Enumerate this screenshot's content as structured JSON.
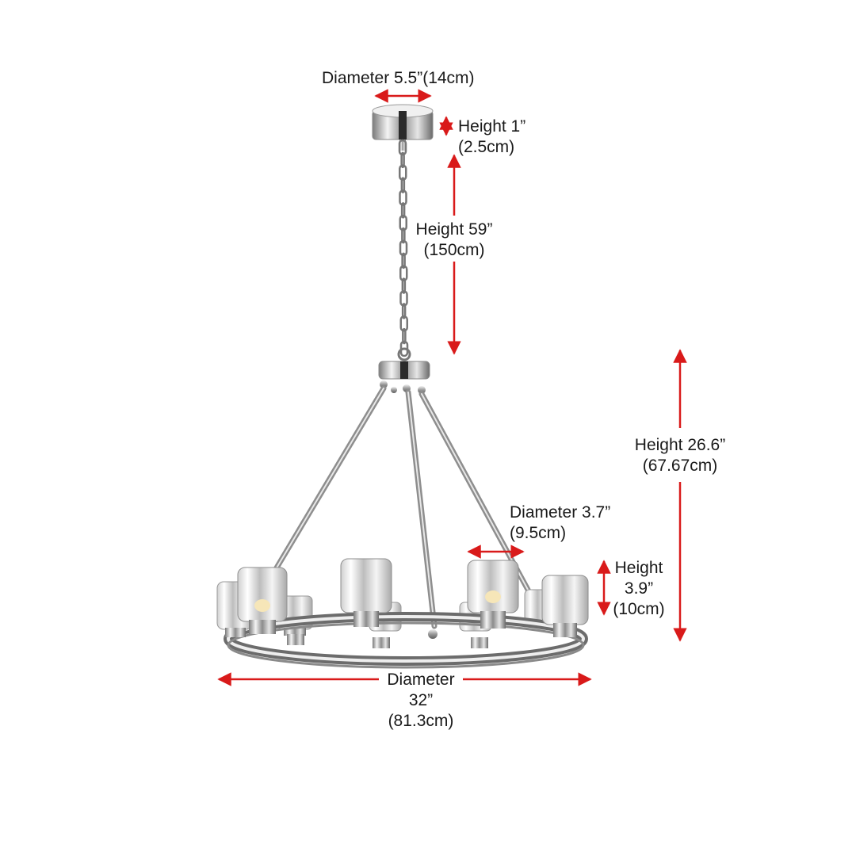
{
  "colors": {
    "arrow": "#d91a1a",
    "chrome_dark": "#6e6e6e",
    "chrome_light": "#f2f2f2",
    "text": "#1a1a1a"
  },
  "product": {
    "icon": "chandelier-illustration"
  },
  "dimensions": {
    "canopy_diameter": {
      "line1": "Diameter 5.5”(14cm)"
    },
    "canopy_height": {
      "line1": "Height 1”",
      "line2": "(2.5cm)"
    },
    "chain_height": {
      "line1": "Height 59”",
      "line2": "(150cm)"
    },
    "fixture_height": {
      "line1": "Height 26.6”",
      "line2": "(67.67cm)"
    },
    "shade_diameter": {
      "line1": "Diameter 3.7”",
      "line2": "(9.5cm)"
    },
    "shade_height": {
      "line1": "Height",
      "line2": "3.9”",
      "line3": "(10cm)"
    },
    "fixture_diameter": {
      "line1": "Diameter",
      "line2": "32”",
      "line3": "(81.3cm)"
    }
  }
}
